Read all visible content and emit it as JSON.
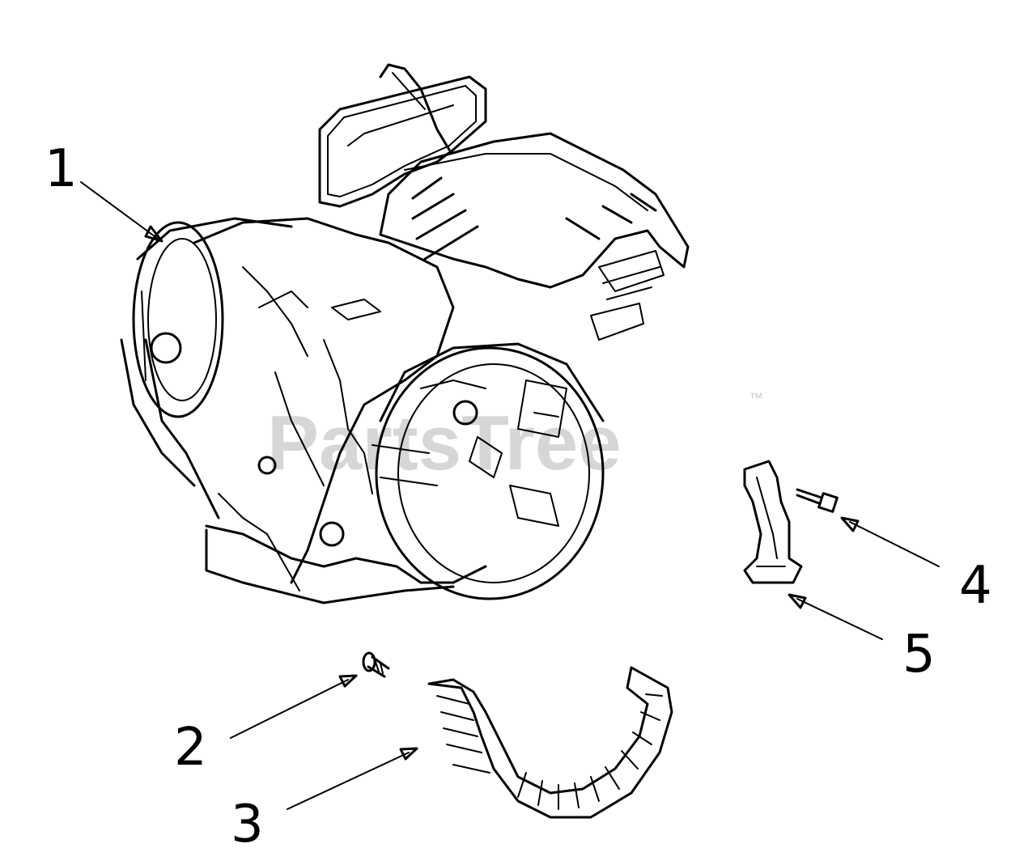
{
  "diagram": {
    "watermark": "PartsTree",
    "watermark_tm": "™",
    "callouts": [
      {
        "number": "1",
        "part": "engine-assembly"
      },
      {
        "number": "2",
        "part": "screw"
      },
      {
        "number": "3",
        "part": "grille-guard"
      },
      {
        "number": "4",
        "part": "bolt"
      },
      {
        "number": "5",
        "part": "bracket"
      }
    ]
  }
}
